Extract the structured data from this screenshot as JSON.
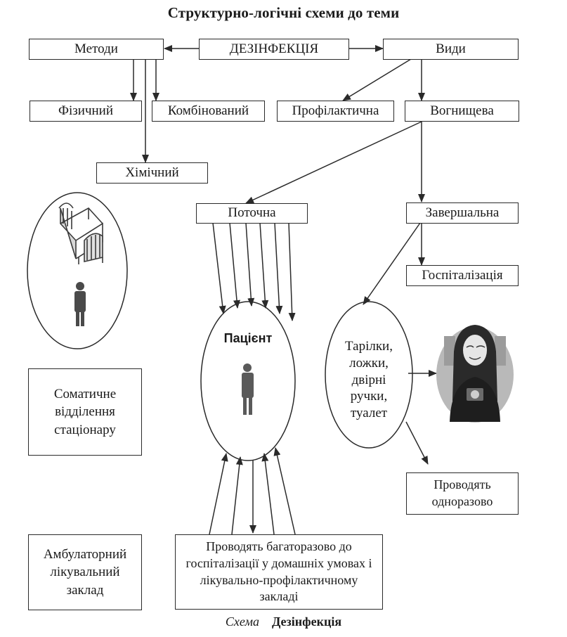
{
  "title": "Структурно-логічні схеми до теми",
  "nodes": {
    "disinfection": "ДЕЗІНФЕКЦІЯ",
    "methods": "Методи",
    "types": "Види",
    "physical": "Фізичний",
    "combined": "Комбінований",
    "chemical": "Хімічний",
    "preventive": "Профілактична",
    "focal": "Вогнищева",
    "current": "Поточна",
    "final": "Завершальна",
    "hospitalization": "Госпіталізація",
    "patient": "Пацієнт",
    "objects": "Тарілки, ложки, двірні ручки, туалет",
    "once": "Проводять одноразово",
    "somatic": "Соматичне відділення стаціонару",
    "ambulatory": "Амбулаторний лікувальний заклад",
    "repeatedly": "Проводять багаторазово до госпіталізації у домашніх умовах і лікувально-профілактичному закладі"
  },
  "caption": {
    "label": "Схема",
    "title": "Дезінфекція"
  }
}
